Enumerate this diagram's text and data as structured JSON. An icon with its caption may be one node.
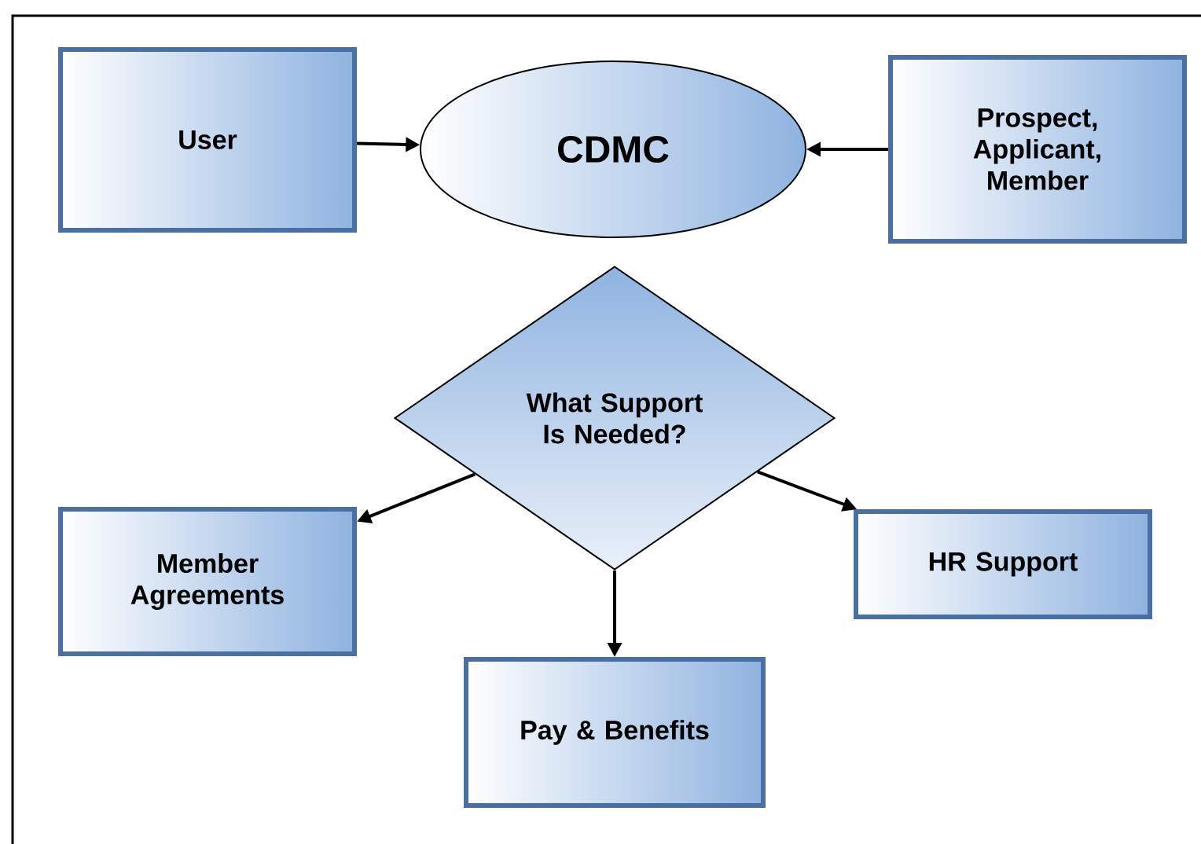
{
  "diagram": {
    "nodes": [
      {
        "text": [
          "User"
        ]
      },
      {
        "text": [
          "CDMC"
        ]
      },
      {
        "text": [
          "Prospect, Applicant, Member"
        ]
      },
      {
        "text": [
          "What Support Is Needed?"
        ]
      },
      {
        "text": [
          "Member Agreements"
        ]
      },
      {
        "text": [
          "HR Support"
        ]
      },
      {
        "text": [
          "Pay & Benefits"
        ]
      }
    ],
    "edges": [
      {
        "from": 0,
        "to": 1,
        "arrow": "to"
      },
      {
        "from": 2,
        "to": 1,
        "arrow": "to"
      },
      {
        "from": 3,
        "to": 4,
        "arrow": "to"
      },
      {
        "from": 3,
        "to": 6,
        "arrow": "to"
      },
      {
        "from": 3,
        "to": 5,
        "arrow": "to"
      }
    ]
  }
}
